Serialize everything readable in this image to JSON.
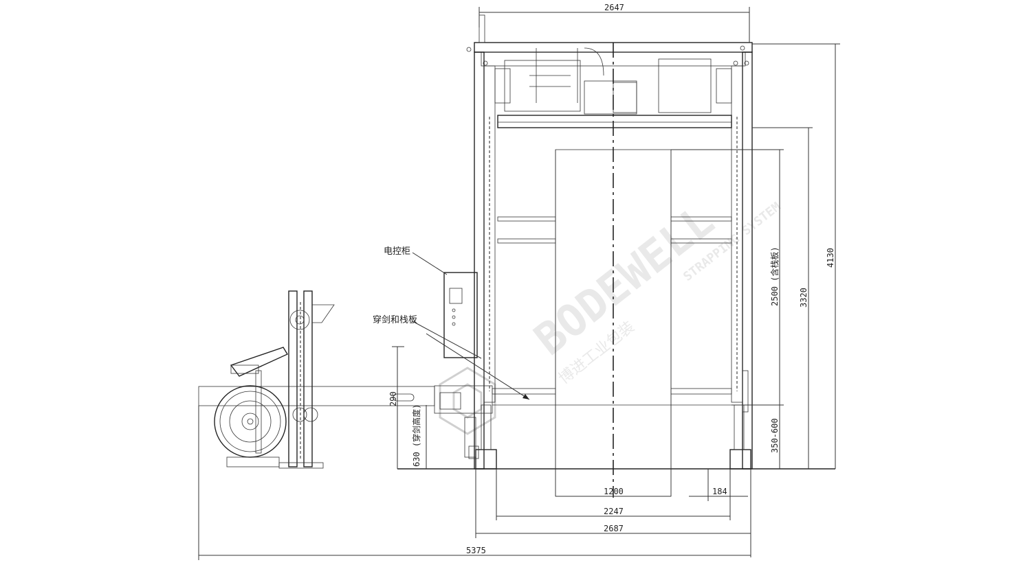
{
  "dimensions": {
    "top_width": "2647",
    "total_height": "4130",
    "inner_height": "3320",
    "pallet_height": "2500 (含栈板)",
    "conveyor_range": "350-600",
    "lance_height": "630 (穿剑高度)",
    "lance_offset": "290",
    "center_width": "1200",
    "side_gap": "184",
    "inner_width": "2247",
    "outer_width": "2687",
    "overall_length": "5375"
  },
  "labels": {
    "electric_cabinet": "电控柜",
    "lance_and_pallet": "穿剑和栈板"
  },
  "watermark": {
    "brand": "BODEWELL",
    "tagline": "STRAPPING SYSTEM",
    "chinese": "博进工业包装"
  },
  "colors": {
    "line": "#222222",
    "background": "#ffffff",
    "watermark": "#d8d8d8"
  }
}
